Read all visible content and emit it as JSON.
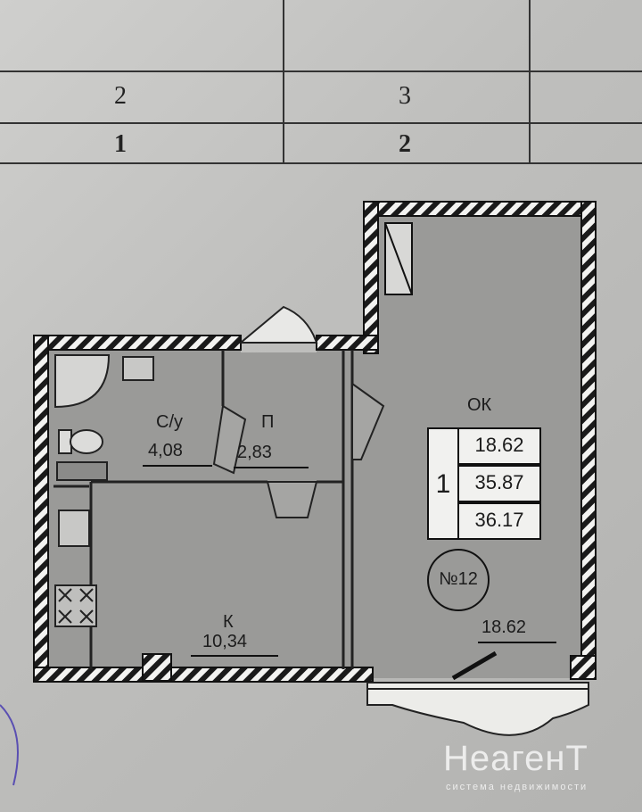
{
  "header_table": {
    "row1": [
      "2",
      "3"
    ],
    "row2": [
      "1",
      "2"
    ]
  },
  "rooms": {
    "bathroom": {
      "name": "С/у",
      "area": "4,08"
    },
    "hallway": {
      "name": "П",
      "area": "2,83"
    },
    "kitchen": {
      "name": "К",
      "area": "10,34"
    },
    "living": {
      "name": "ОК",
      "area": "18.62"
    }
  },
  "summary": {
    "rooms_count": "1",
    "living_area": "18.62",
    "total_area": "35.87",
    "total_with_balcony": "36.17"
  },
  "apartment_number": "№12",
  "watermark": {
    "brand": "НеагенТ",
    "tagline": "система недвижимости"
  }
}
